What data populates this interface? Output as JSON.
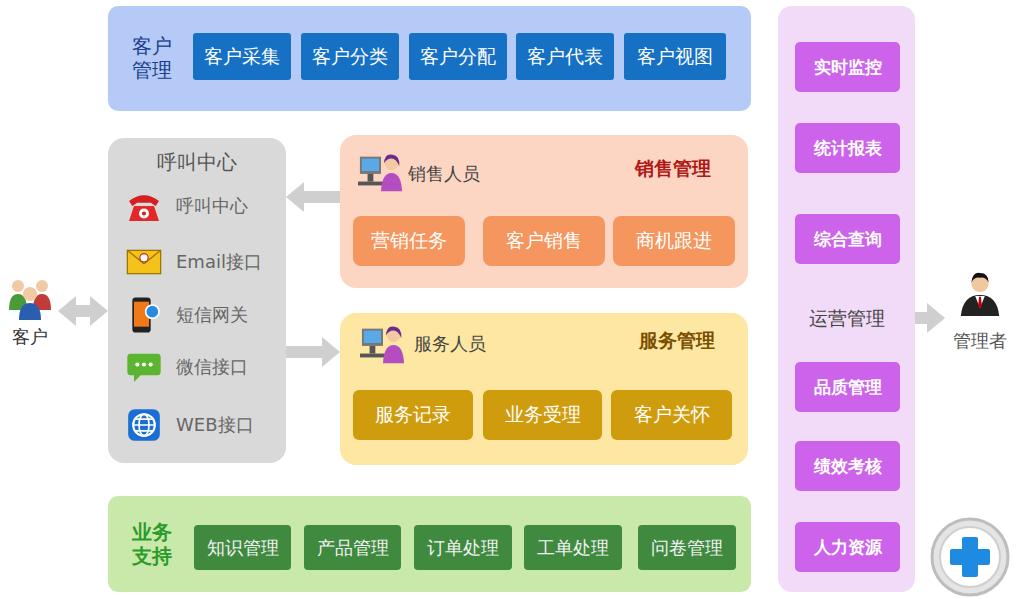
{
  "diagram": {
    "nodes": [
      {
        "text": [
          "客户管理"
        ]
      },
      {
        "text": [
          "客户采集"
        ],
        "in": 0
      },
      {
        "text": [
          "客户分类"
        ],
        "in": 0
      },
      {
        "text": [
          "客户分配"
        ],
        "in": 0
      },
      {
        "text": [
          "客户代表"
        ],
        "in": 0
      },
      {
        "text": [
          "客户视图"
        ],
        "in": 0
      },
      {
        "text": [
          "客户"
        ]
      },
      {
        "text": [
          "呼叫中心"
        ]
      },
      {
        "text": [
          "呼叫中心"
        ],
        "in": 7
      },
      {
        "text": [
          "Email接口"
        ],
        "in": 7
      },
      {
        "text": [
          "短信网关"
        ],
        "in": 7
      },
      {
        "text": [
          "微信接口"
        ],
        "in": 7
      },
      {
        "text": [
          "WEB接口"
        ],
        "in": 7
      },
      {
        "text": [
          "销售人员",
          "销售管理"
        ]
      },
      {
        "text": [
          "营销任务"
        ],
        "in": 13
      },
      {
        "text": [
          "客户销售"
        ],
        "in": 13
      },
      {
        "text": [
          "商机跟进"
        ],
        "in": 13
      },
      {
        "text": [
          "服务人员",
          "服务管理"
        ]
      },
      {
        "text": [
          "服务记录"
        ],
        "in": 17
      },
      {
        "text": [
          "业务受理"
        ],
        "in": 17
      },
      {
        "text": [
          "客户关怀"
        ],
        "in": 17
      },
      {
        "text": [
          "业务支持"
        ]
      },
      {
        "text": [
          "知识管理"
        ],
        "in": 21
      },
      {
        "text": [
          "产品管理"
        ],
        "in": 21
      },
      {
        "text": [
          "订单处理"
        ],
        "in": 21
      },
      {
        "text": [
          "工单处理"
        ],
        "in": 21
      },
      {
        "text": [
          "问卷管理"
        ],
        "in": 21
      },
      {
        "text": [
          "运营管理"
        ]
      },
      {
        "text": [
          "实时监控"
        ],
        "in": 27
      },
      {
        "text": [
          "统计报表"
        ],
        "in": 27
      },
      {
        "text": [
          "综合查询"
        ],
        "in": 27
      },
      {
        "text": [
          "品质管理"
        ],
        "in": 27
      },
      {
        "text": [
          "绩效考核"
        ],
        "in": 27
      },
      {
        "text": [
          "人力资源"
        ],
        "in": 27
      },
      {
        "text": [
          "管理者"
        ]
      }
    ],
    "edges": [
      {
        "from": 6,
        "to": 7,
        "arrow": "both"
      },
      {
        "from": 13,
        "to": 7,
        "arrow": "to"
      },
      {
        "from": 7,
        "to": 17,
        "arrow": "to"
      },
      {
        "from": 14,
        "to": 15,
        "arrow": "to"
      },
      {
        "from": 15,
        "to": 16,
        "arrow": "to"
      },
      {
        "from": 18,
        "to": 19,
        "arrow": "to"
      },
      {
        "from": 19,
        "to": 20,
        "arrow": "to"
      },
      {
        "from": 27,
        "to": 34,
        "arrow": "to"
      }
    ]
  }
}
